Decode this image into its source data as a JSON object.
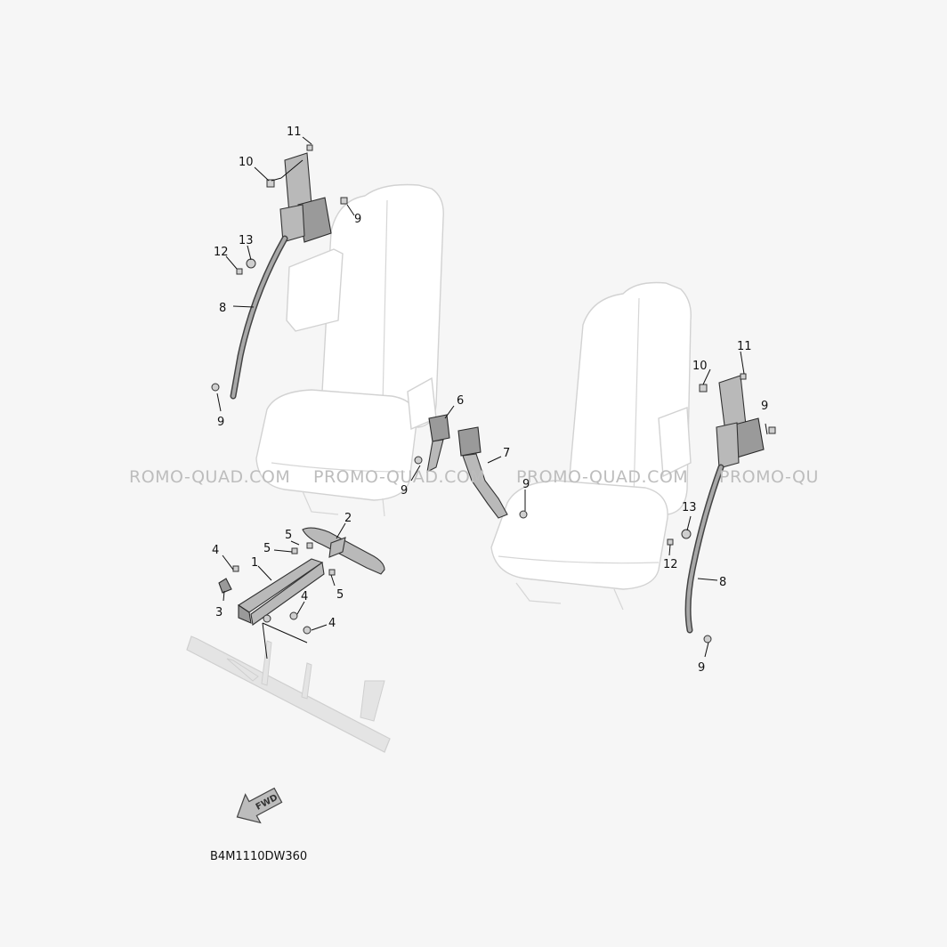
{
  "watermarks": [
    "ROMO-QUAD.COM",
    "PROMO-QUAD.COM",
    "PROMO-QUAD.COM",
    "PROMO-QU"
  ],
  "callouts": {
    "l11": "11",
    "l10": "10",
    "l9a": "9",
    "l13": "13",
    "l12": "12",
    "l8": "8",
    "l9b": "9",
    "c6": "6",
    "c9a": "9",
    "c7": "7",
    "c9b": "9",
    "r11": "11",
    "r10": "10",
    "r9a": "9",
    "r13": "13",
    "r12": "12",
    "r8": "8",
    "r9b": "9",
    "b2": "2",
    "b5a": "5",
    "b5b": "5",
    "b4a": "4",
    "b1": "1",
    "b5c": "5",
    "b3": "3",
    "b4b": "4",
    "b4c": "4"
  },
  "direction_arrow": {
    "label": "FWD",
    "icon": "forward-arrow-icon"
  },
  "diagram_code": "B4M1110DW360"
}
